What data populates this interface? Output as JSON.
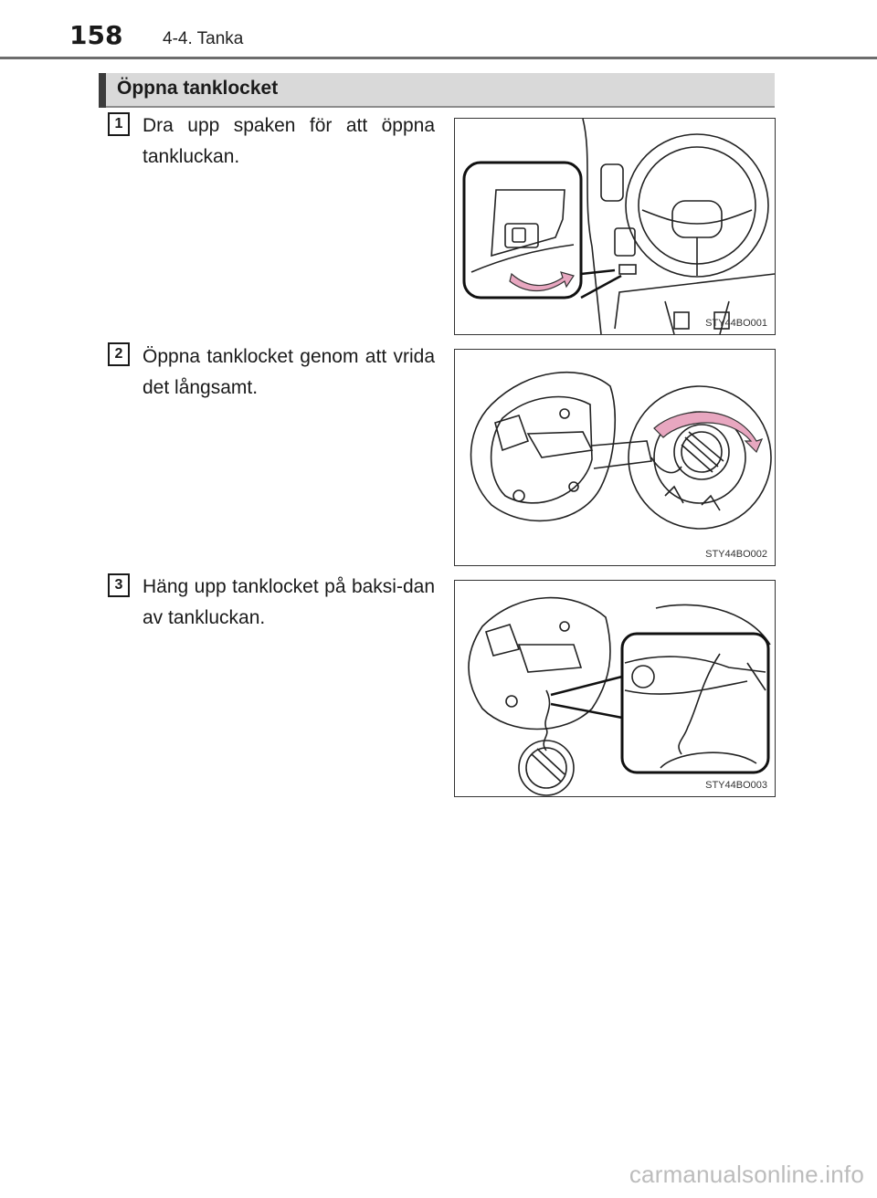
{
  "header": {
    "page_number": "158",
    "section": "4-4. Tanka"
  },
  "heading": {
    "title": "Öppna tanklocket"
  },
  "steps": [
    {
      "number": "1",
      "text": "Dra upp spaken för att öppna tankluckan.",
      "figure_code": "STY44BO001",
      "figure_icon": "fuel-door-lever-illustration"
    },
    {
      "number": "2",
      "text": "Öppna tanklocket genom att vrida det långsamt.",
      "figure_code": "STY44BO002",
      "figure_icon": "fuel-cap-turn-illustration"
    },
    {
      "number": "3",
      "text": "Häng upp tanklocket på baksi-dan av tankluckan.",
      "figure_code": "STY44BO003",
      "figure_icon": "fuel-cap-hang-illustration"
    }
  ],
  "colors": {
    "arrow_pink": "#e8a7c0",
    "heading_bg": "#d9d9d9"
  },
  "watermark": "carmanualsonline.info"
}
